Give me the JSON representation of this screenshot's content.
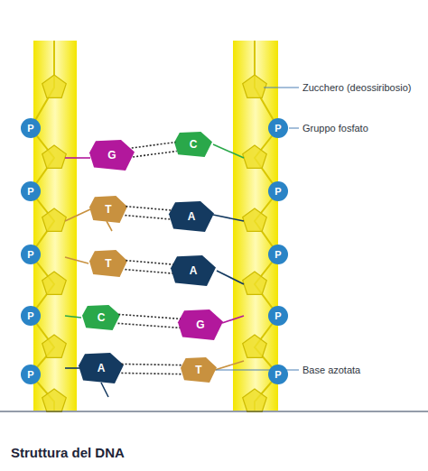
{
  "diagram": {
    "caption": "Struttura del DNA",
    "nodes": [
      {
        "text": [
          "P"
        ]
      },
      {
        "text": [
          "P"
        ]
      },
      {
        "text": [
          "G"
        ]
      },
      {
        "text": [
          "C"
        ]
      },
      {
        "text": [
          "P"
        ]
      },
      {
        "text": [
          "P"
        ]
      },
      {
        "text": [
          "T"
        ]
      },
      {
        "text": [
          "A"
        ]
      },
      {
        "text": [
          "P"
        ]
      },
      {
        "text": [
          "P"
        ]
      },
      {
        "text": [
          "T"
        ]
      },
      {
        "text": [
          "A"
        ]
      },
      {
        "text": [
          "P"
        ]
      },
      {
        "text": [
          "P"
        ]
      },
      {
        "text": [
          "C"
        ]
      },
      {
        "text": [
          "G"
        ]
      },
      {
        "text": [
          "P"
        ]
      },
      {
        "text": [
          "P"
        ]
      },
      {
        "text": [
          "A"
        ]
      },
      {
        "text": [
          "T"
        ]
      }
    ],
    "edges": [
      {
        "from": 2,
        "to": 3,
        "arrow": "none"
      },
      {
        "from": 6,
        "to": 7,
        "arrow": "none"
      },
      {
        "from": 10,
        "to": 11,
        "arrow": "none"
      },
      {
        "from": 14,
        "to": 15,
        "arrow": "none"
      },
      {
        "from": 18,
        "to": 19,
        "arrow": "none"
      }
    ],
    "labels": [
      "Zucchero (deossiribosio)",
      "Gruppo fosfato",
      "Base azotata"
    ]
  }
}
